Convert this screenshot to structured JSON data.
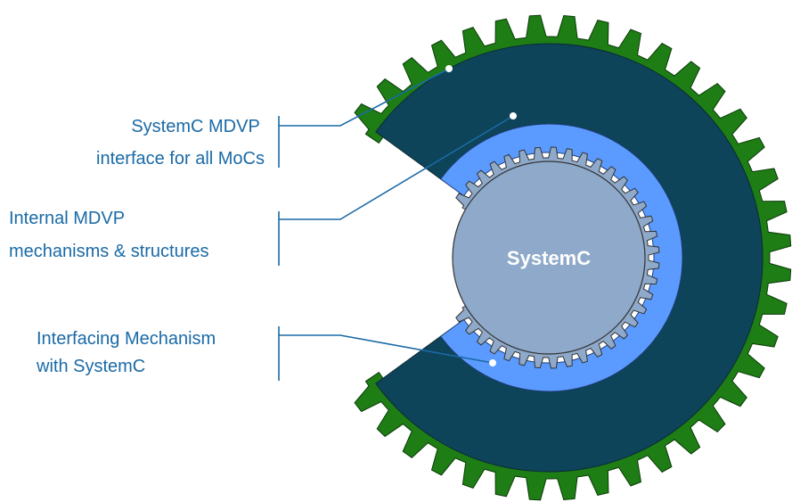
{
  "diagram": {
    "center_label": "SystemC",
    "callouts": [
      {
        "lines": [
          "SystemC MDVP",
          "interface for all MoCs"
        ]
      },
      {
        "lines": [
          "Internal MDVP",
          "mechanisms & structures"
        ]
      },
      {
        "lines": [
          "Interfacing Mechanism",
          "with SystemC"
        ]
      }
    ],
    "colors": {
      "outer_gear": "#1e7d14",
      "outer_ring": "#0e4459",
      "middle_ring": "#5b9bff",
      "inner_gear": "#8ea9c9",
      "core": "#8ea9c9",
      "callout_text": "#1a6aa6"
    }
  }
}
